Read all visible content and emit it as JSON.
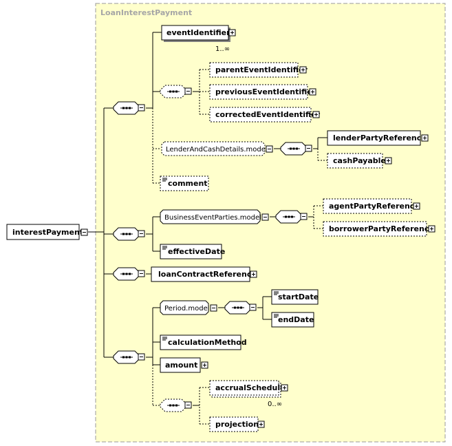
{
  "diagram": {
    "type_title": "LoanInterestPayment",
    "root": {
      "label": "interestPayment"
    },
    "elements": {
      "eventIdentifier": {
        "label": "eventIdentifier",
        "occurrence": "1..∞"
      },
      "parentEventIdentifier": {
        "label": "parentEventIdentifier"
      },
      "previousEventIdentifier": {
        "label": "previousEventIdentifier"
      },
      "correctedEventIdentifier": {
        "label": "correctedEventIdentifier"
      },
      "lenderAndCashDetails": {
        "label": "LenderAndCashDetails.model"
      },
      "lenderPartyReference": {
        "label": "lenderPartyReference"
      },
      "cashPayable": {
        "label": "cashPayable"
      },
      "comment": {
        "label": "comment"
      },
      "businessEventParties": {
        "label": "BusinessEventParties.model"
      },
      "agentPartyReference": {
        "label": "agentPartyReference"
      },
      "borrowerPartyReference": {
        "label": "borrowerPartyReference"
      },
      "effectiveDate": {
        "label": "effectiveDate"
      },
      "loanContractReference": {
        "label": "loanContractReference"
      },
      "periodModel": {
        "label": "Period.model"
      },
      "startDate": {
        "label": "startDate"
      },
      "endDate": {
        "label": "endDate"
      },
      "calculationMethod": {
        "label": "calculationMethod"
      },
      "amount": {
        "label": "amount"
      },
      "accrualSchedule": {
        "label": "accrualSchedule",
        "occurrence": "0..∞"
      },
      "projection": {
        "label": "projection"
      }
    }
  }
}
